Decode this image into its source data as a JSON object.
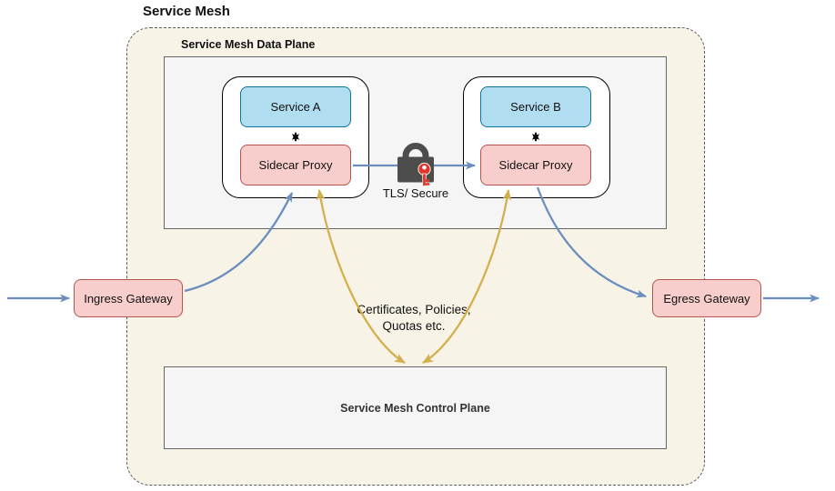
{
  "title": "Service Mesh",
  "data_plane": {
    "label": "Service Mesh Data Plane",
    "groups": [
      {
        "service": "Service A",
        "proxy": "Sidecar Proxy"
      },
      {
        "service": "Service B",
        "proxy": "Sidecar Proxy"
      }
    ]
  },
  "connection": {
    "label": "TLS/ Secure",
    "icon": "lock-with-key-icon"
  },
  "gateways": {
    "ingress": "Ingress Gateway",
    "egress": "Egress Gateway"
  },
  "control_plane": {
    "label": "Service Mesh Control Plane"
  },
  "annotation": {
    "line1": "Certificates, Policies,",
    "line2": "Quotas etc."
  },
  "colors": {
    "container_fill": "#F7F3E6",
    "box_gray_fill": "#F5F5F5",
    "box_gray_border": "#666666",
    "service_fill": "#B1DDF0",
    "service_border": "#10739E",
    "proxy_fill": "#F8CECC",
    "proxy_border": "#B85450",
    "flow_arrow": "#6C8EBF",
    "control_arrow": "#D2B04C",
    "lock_body": "#4D4D4D",
    "key_red": "#E0352B"
  }
}
